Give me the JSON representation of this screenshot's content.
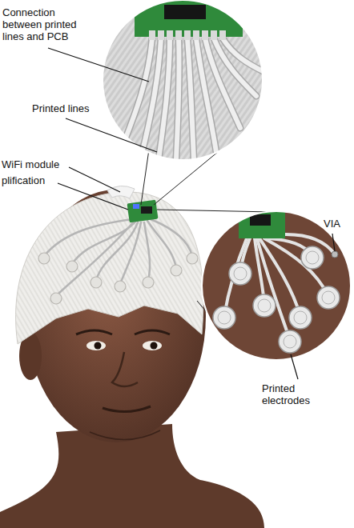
{
  "diagram": {
    "labels": [
      "Connection between printed lines and PCB",
      "Printed lines",
      "WiFi module",
      "plification",
      "VIA",
      "Printed electrodes"
    ]
  }
}
